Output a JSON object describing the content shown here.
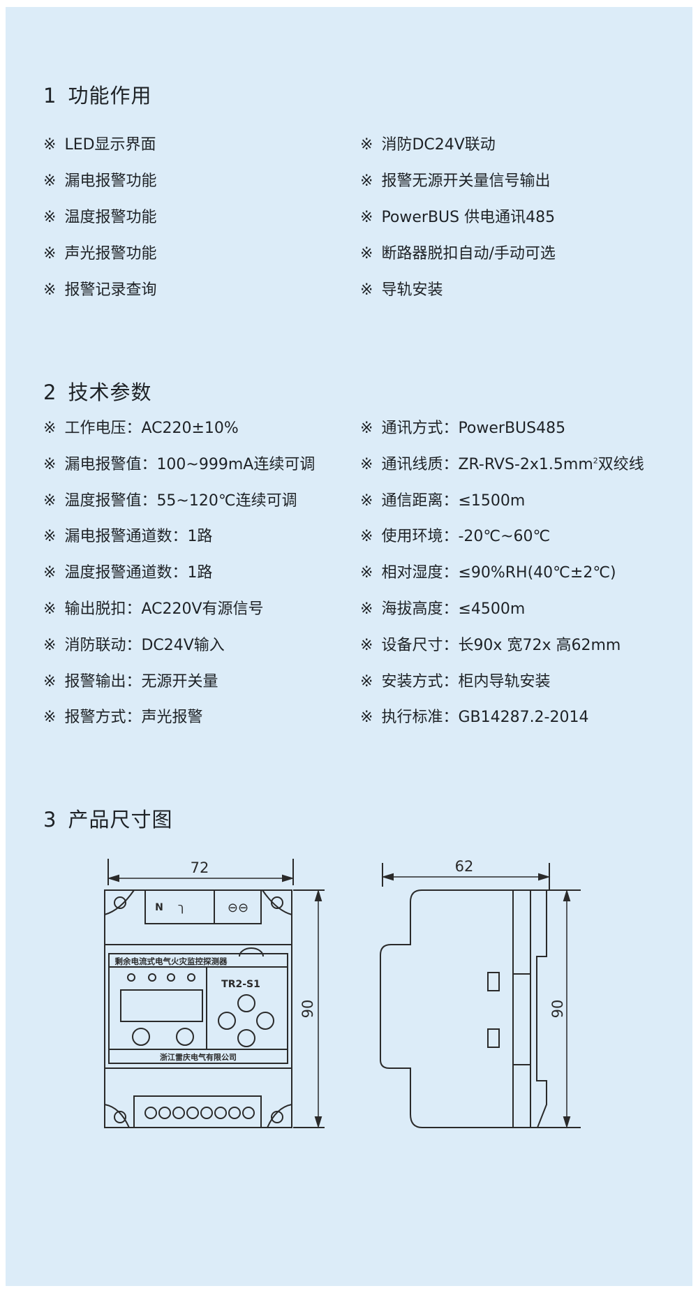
{
  "mark": "※",
  "section1": {
    "num": "1",
    "title": "功能作用",
    "left": [
      "LED显示界面",
      "漏电报警功能",
      "温度报警功能",
      "声光报警功能",
      "报警记录查询"
    ],
    "right": [
      "消防DC24V联动",
      "报警无源开关量信号输出",
      "PowerBUS 供电通讯485",
      "断路器脱扣自动/手动可选",
      "导轨安装"
    ]
  },
  "section2": {
    "num": "2",
    "title": "技术参数",
    "left": [
      "工作电压：AC220±10%",
      "漏电报警值：100~999mA连续可调",
      "温度报警值：55~120℃连续可调",
      "漏电报警通道数：1路",
      "温度报警通道数：1路",
      "输出脱扣：AC220V有源信号",
      "消防联动：DC24V输入",
      "报警输出：无源开关量",
      "报警方式：声光报警"
    ],
    "right": [
      "通讯方式：PowerBUS485",
      "通讯线质：ZR-RVS-2x1.5mm",
      "通信距离：≤1500m",
      "使用环境：-20℃~60℃",
      "相对湿度：≤90%RH(40℃±2℃)",
      "海拔高度：≤4500m",
      "设备尺寸：长90x 宽72x 高62mm",
      "安装方式：柜内导轨安装",
      "执行标准：GB14287.2-2014"
    ],
    "wire_sup": "2",
    "wire_suffix": "双绞线"
  },
  "section3": {
    "num": "3",
    "title": "产品尺寸图",
    "front": {
      "width_label": "72",
      "height_label": "90",
      "terminal_n": "N",
      "terminal_l": "ך",
      "terminal_sym": "⊖⊖",
      "product_name": "剩余电流式电气火灾监控探测器",
      "model": "TR2-S1",
      "company": "浙江雷庆电气有限公司"
    },
    "side": {
      "width_label": "62",
      "height_label": "90"
    }
  }
}
